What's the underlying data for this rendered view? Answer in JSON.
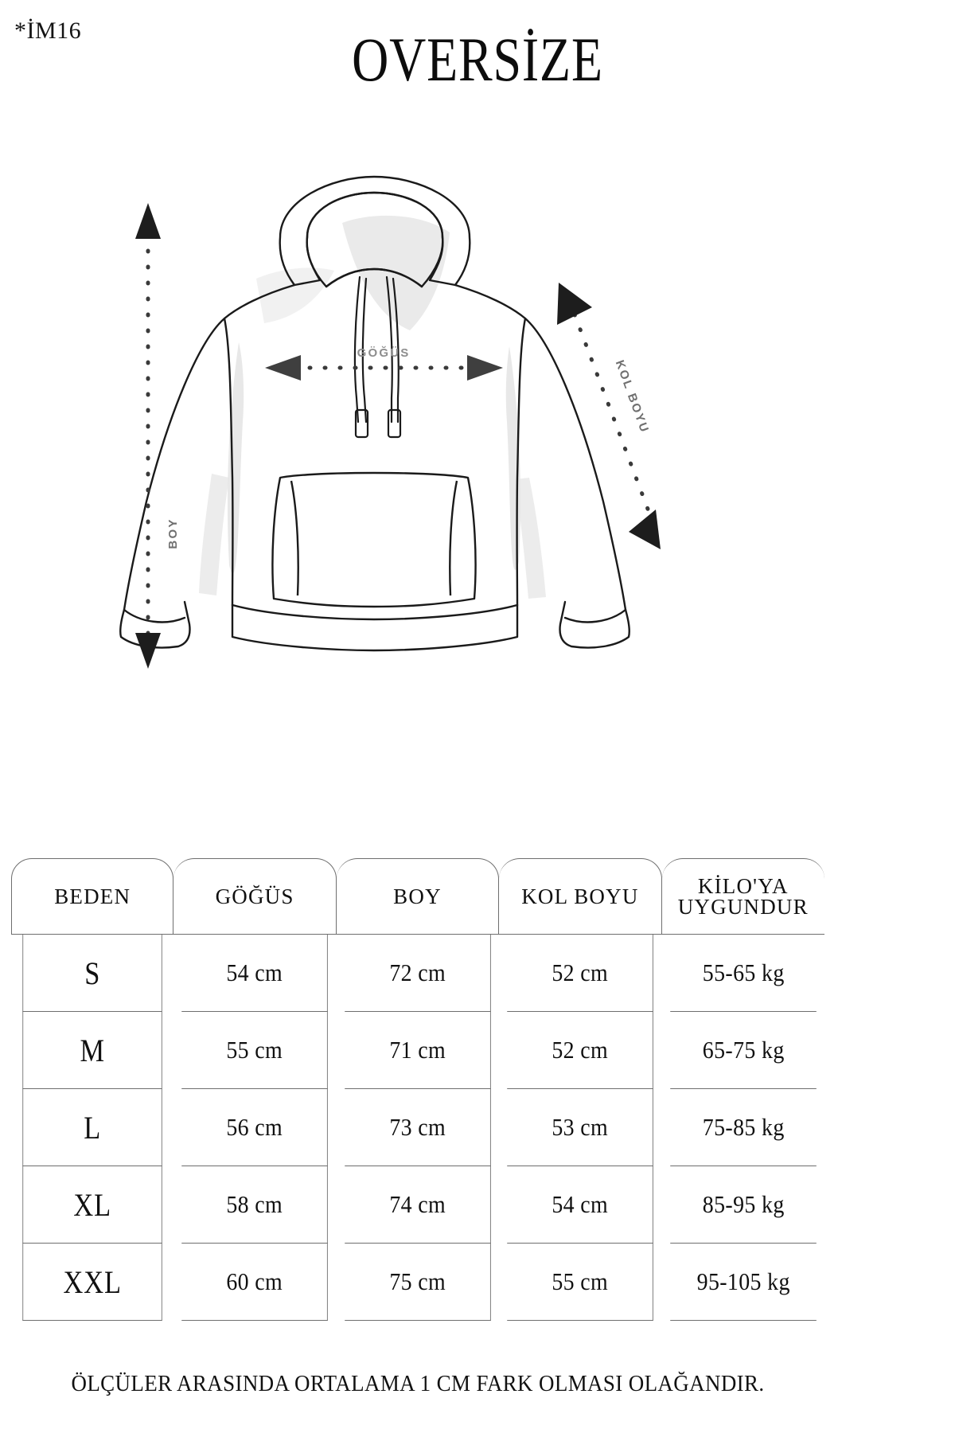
{
  "header": {
    "code": "*İM16",
    "title": "OVERSİZE"
  },
  "illustration": {
    "garment": "hoodie-technical-drawing",
    "labels": {
      "chest": "GÖĞÜS",
      "length": "BOY",
      "sleeve": "KOL BOYU"
    }
  },
  "table": {
    "columns": [
      "BEDEN",
      "GÖĞÜS",
      "BOY",
      "KOL BOYU"
    ],
    "weight_column": {
      "line1": "KİLO'YA",
      "line2": "UYGUNDUR"
    },
    "rows": [
      {
        "beden": "S",
        "gogus": "54 cm",
        "boy": "72 cm",
        "kol_boyu": "52  cm",
        "kilo": "55-65 kg"
      },
      {
        "beden": "M",
        "gogus": "55 cm",
        "boy": "71 cm",
        "kol_boyu": "52 cm",
        "kilo": "65-75 kg"
      },
      {
        "beden": "L",
        "gogus": "56 cm",
        "boy": "73 cm",
        "kol_boyu": "53 cm",
        "kilo": "75-85 kg"
      },
      {
        "beden": "XL",
        "gogus": "58 cm",
        "boy": "74 cm",
        "kol_boyu": "54 cm",
        "kilo": "85-95 kg"
      },
      {
        "beden": "XXL",
        "gogus": "60 cm",
        "boy": "75 cm",
        "kol_boyu": "55 cm",
        "kilo": "95-105 kg"
      }
    ]
  },
  "footer": {
    "note": "ÖLÇÜLER ARASINDA ORTALAMA 1 CM FARK OLMASI OLAĞANDIR."
  },
  "colors": {
    "ink": "#111111",
    "line": "#6e6e6e",
    "label_grey": "#8d8d8d",
    "shade": "#e3e3e3",
    "arrow": "#4a4a4a",
    "background": "#ffffff"
  }
}
